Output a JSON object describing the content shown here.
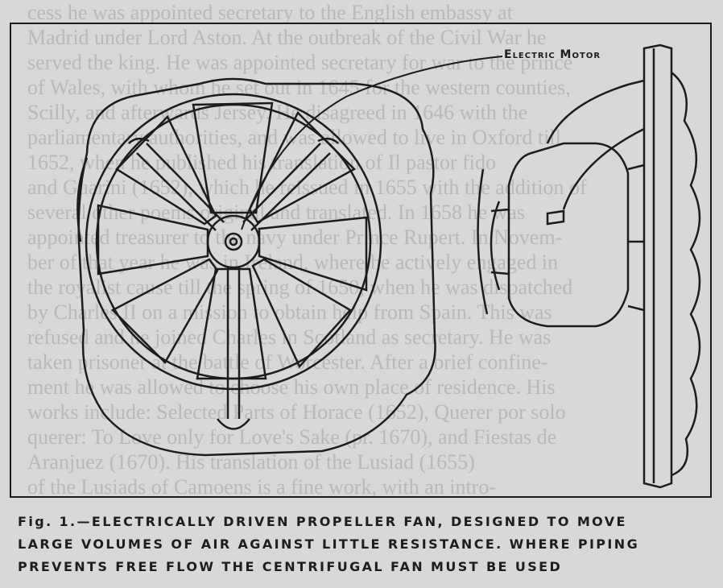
{
  "figure": {
    "callout_label": "Electric Motor",
    "caption_lines": [
      "Fig. 1.—ELECTRICALLY DRIVEN PROPELLER FAN, DESIGNED TO MOVE",
      "LARGE VOLUMES OF AIR AGAINST LITTLE RESISTANCE. WHERE PIPING",
      "PREVENTS FREE FLOW THE CENTRIFUGAL FAN MUST BE USED"
    ]
  },
  "colors": {
    "page": "#d6d8d9",
    "ink": "#1c1c1c",
    "bleed_through": "#b8babb"
  },
  "bleed_through_text": [
    "cess he was appointed secretary to the English embassy at",
    "Madrid under Lord Aston. At the outbreak of the Civil War he",
    "served the king. He was appointed secretary for war to the prince",
    "of Wales, with whom he set out in 1645 for the western counties,",
    "Scilly, and afterwards Jersey. He disagreed in 1646 with the",
    "parliamentary authorities, and was allowed to live in Oxford till",
    "1652, when he published his translation of Il pastor fido",
    "and Guarini (1652), which he reissued in 1655 with the addition of",
    "several other poems original and translated. In 1658 he was",
    "appointed treasurer to the navy under Prince Rupert. In Novem-",
    "ber of that year he was in Ireland, where he actively engaged in",
    "the royalist cause till the spring of 1650, when he was dispatched",
    "by Charles II on a mission to obtain help from Spain. This was",
    "refused and he joined Charles in Scotland as secretary. He was",
    "taken prisoner at the battle of Worcester. After a brief confine-",
    "ment he was allowed to choose his own place of residence. His",
    "works include: Selected Parts of Horace (1652), Querer por solo",
    "querer: To Love only for Love's Sake (pr. 1670), and Fiestas de",
    "Aranjuez (1670). His translation of the Lusiad (1655)",
    "of the Lusiads of Camoens is a fine work, with an intro-"
  ]
}
